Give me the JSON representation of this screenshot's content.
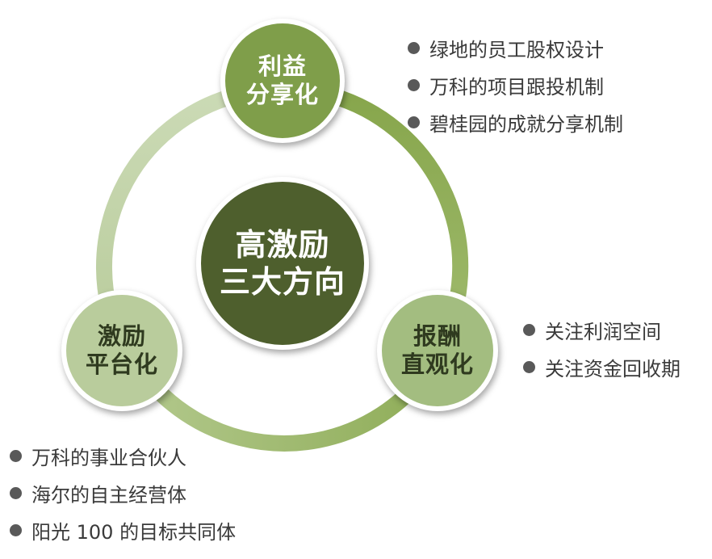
{
  "center": {
    "line1": "高激励",
    "line2": "三大方向"
  },
  "nodes": {
    "top": {
      "line1": "利益",
      "line2": "分享化"
    },
    "right": {
      "line1": "报酬",
      "line2": "直观化"
    },
    "left": {
      "line1": "激励",
      "line2": "平台化"
    }
  },
  "bullets": {
    "top": [
      "绿地的员工股权设计",
      "万科的项目跟投机制",
      "碧桂园的成就分享机制"
    ],
    "right": [
      "关注利润空间",
      "关注资金回收期"
    ],
    "left": [
      "万科的事业合伙人",
      "海尔的自主经营体",
      "阳光 100 的目标共同体"
    ]
  },
  "colors": {
    "center": "#4e5f2d",
    "top": "#7f9e4a",
    "right": "#a3bd80",
    "left": "#b9cc9c",
    "ring_right": "#8fae55",
    "ring_bottom": "#98b463",
    "ring_left": "#bfd1a5"
  }
}
